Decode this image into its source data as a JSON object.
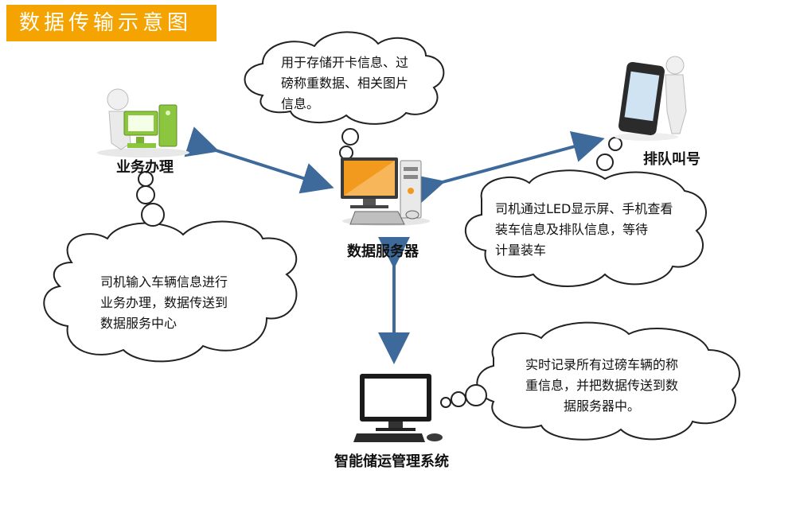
{
  "title": "数据传输示意图",
  "nodes": {
    "business": "业务办理",
    "server": "数据服务器",
    "queue": "排队叫号",
    "storage": "智能储运管理系统"
  },
  "clouds": {
    "server_note": [
      "用于存储开卡信息、过",
      "磅称重数据、相关图片",
      "信息。"
    ],
    "business_note": [
      "司机输入车辆信息进行",
      "业务办理，数据传送到",
      "数据服务中心"
    ],
    "queue_note": [
      "司机通过LED显示屏、手机查看",
      "装车信息及排队信息，等待",
      "计量装车"
    ],
    "storage_note": [
      "实时记录所有过磅车辆的称",
      "重信息，并把数据传送到数",
      "据服务器中。"
    ]
  },
  "colors": {
    "title_bg": "#f5a300",
    "arrow": "#3d6a9b",
    "cloud_stroke": "#222222",
    "monitor_orange": "#f29a1e",
    "pc_green": "#8cc63f"
  }
}
